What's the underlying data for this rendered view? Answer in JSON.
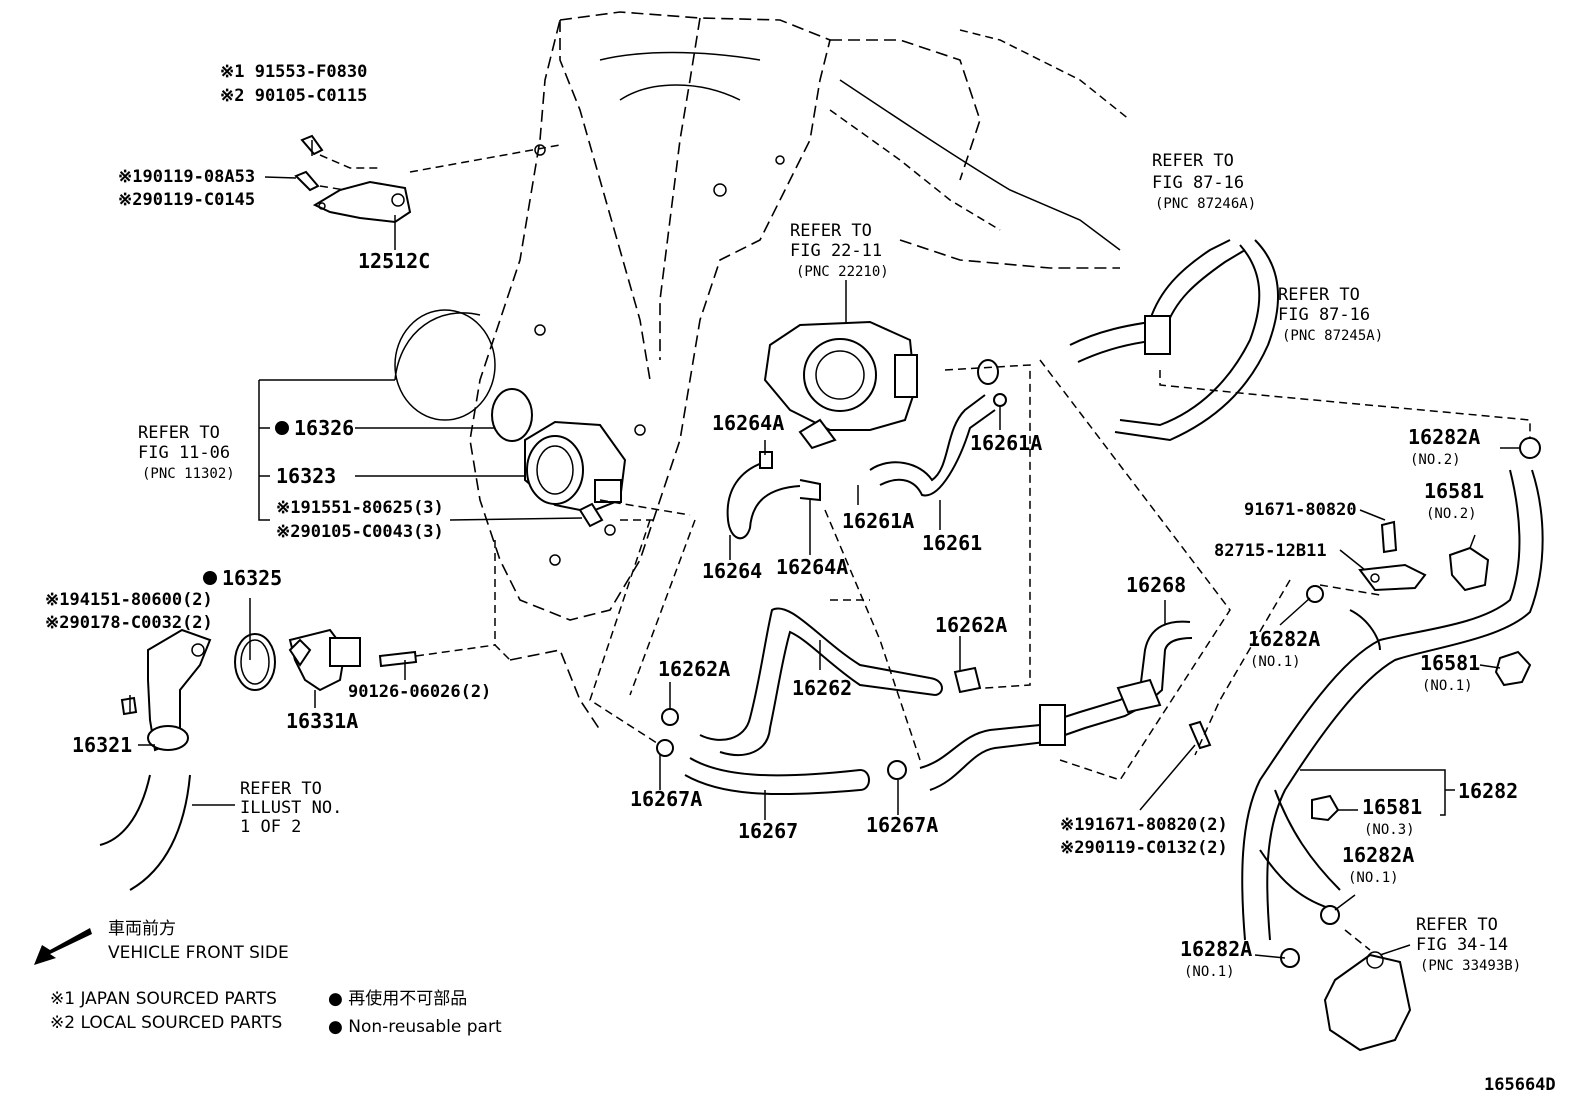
{
  "labels": {
    "b1_line1": "※1 91553-F0830",
    "b1_line2": "※2 90105-C0115",
    "b2_line1": "※190119-08A53",
    "b2_line2": "※290119-C0145",
    "p12512c": "12512C",
    "ref_22_1": "REFER TO",
    "ref_22_2": "FIG 22-11",
    "ref_22_3": "(PNC 22210)",
    "ref_8716a_1": "REFER TO",
    "ref_8716a_2": "FIG 87-16",
    "ref_8716a_3": "(PNC 87246A)",
    "ref_8716b_1": "REFER TO",
    "ref_8716b_2": "FIG 87-16",
    "ref_8716b_3": "(PNC 87245A)",
    "ref_1106_1": "REFER TO",
    "ref_1106_2": "FIG 11-06",
    "ref_1106_3": "(PNC 11302)",
    "p16326": "16326",
    "p16323": "16323",
    "b3_line1": "※191551-80625(3)",
    "b3_line2": "※290105-C0043(3)",
    "p16325": "16325",
    "b4_line1": "※194151-80600(2)",
    "b4_line2": "※290178-C0032(2)",
    "p90126": "90126-06026(2)",
    "p16331a": "16331A",
    "p16321": "16321",
    "ref_ill_1": "REFER TO",
    "ref_ill_2": "ILLUST NO.",
    "ref_ill_3": "1 OF 2",
    "p16264a_top": "16264A",
    "p16264": "16264",
    "p16264a_bot": "16264A",
    "p16261a_mid": "16261A",
    "p16261a_top": "16261A",
    "p16261": "16261",
    "p16262a_left": "16262A",
    "p16262": "16262",
    "p16262a_right": "16262A",
    "p16267a_left": "16267A",
    "p16267": "16267",
    "p16267a_right": "16267A",
    "p16268": "16268",
    "p16282a_no2": "16282A",
    "no2_a": "(NO.2)",
    "p16581_no2": "16581",
    "no2_b": "(NO.2)",
    "p91671": "91671-80820",
    "p82715": "82715-12B11",
    "p16282a_no1a": "16282A",
    "no1_a": "(NO.1)",
    "p16581_no1": "16581",
    "no1_b": "(NO.1)",
    "p16282": "16282",
    "p16581_no3": "16581",
    "no3": "(NO.3)",
    "p16282a_no1b": "16282A",
    "no1_c": "(NO.1)",
    "b5_line1": "※191671-80820(2)",
    "b5_line2": "※290119-C0132(2)",
    "p16282a_no1c": "16282A",
    "no1_d": "(NO.1)",
    "ref_3414_1": "REFER TO",
    "ref_3414_2": "FIG 34-14",
    "ref_3414_3": "(PNC 33493B)",
    "front_jp": "車両前方",
    "front_en": "VEHICLE FRONT SIDE",
    "legend1": "※1 JAPAN SOURCED PARTS",
    "legend2": "※2 LOCAL SOURCED PARTS",
    "legend3_jp": "● 再使用不可部品",
    "legend3_en": "● Non-reusable part",
    "diagram_id": "165664D"
  }
}
